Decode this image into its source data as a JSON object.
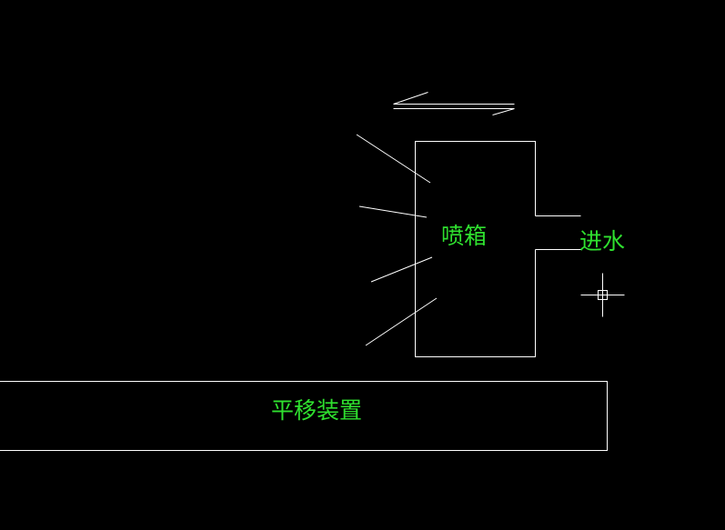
{
  "labels": {
    "spray_box": "喷箱",
    "water_inlet": "进水",
    "translation_device": "平移装置"
  },
  "colors": {
    "background": "#000000",
    "line": "#ffffff",
    "text": "#2fe02f"
  },
  "icons": {
    "cursor": "crosshair-icon",
    "direction": "double-arrow-icon"
  }
}
